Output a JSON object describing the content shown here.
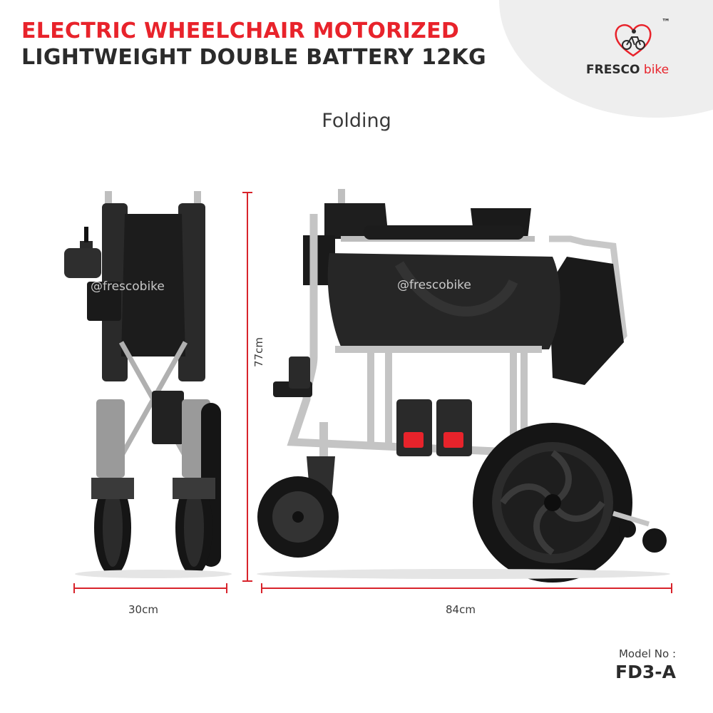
{
  "title": {
    "line1": "ELECTRIC WHEELCHAIR MOTORIZED",
    "line2": "LIGHTWEIGHT DOUBLE BATTERY 12KG"
  },
  "brand": {
    "name": "FRESCO",
    "suffix": "bike",
    "trademark": "™",
    "icon": "heart-bike-icon",
    "accent_color": "#e8232b",
    "dark_color": "#2b2b2b"
  },
  "subtitle": "Folding",
  "watermark": "@frescobike",
  "dimensions": {
    "width_label": "30cm",
    "height_label": "77cm",
    "length_label": "84cm",
    "line_color": "#d8232b"
  },
  "model": {
    "label": "Model No :",
    "value": "FD3-A"
  }
}
